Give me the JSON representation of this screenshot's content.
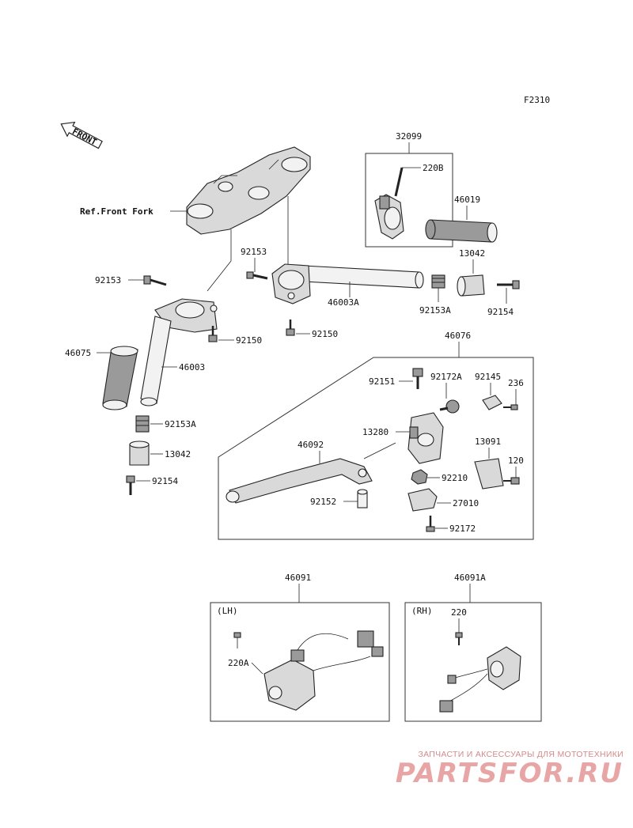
{
  "figure_code": "F2310",
  "front_arrow": "FRONT",
  "ref_label": "Ref.Front Fork",
  "parts": {
    "p32099": "32099",
    "p220B": "220B",
    "p46019": "46019",
    "p13042_top": "13042",
    "p92153_mid": "92153",
    "p92153_left": "92153",
    "p46003A": "46003A",
    "p92153A_right": "92153A",
    "p92154_right": "92154",
    "p92150_left": "92150",
    "p92150_mid": "92150",
    "p46075": "46075",
    "p46003": "46003",
    "p92153A_left": "92153A",
    "p13042_left": "13042",
    "p92154_left": "92154",
    "p46076": "46076",
    "p92151": "92151",
    "p92172A": "92172A",
    "p92145": "92145",
    "p236": "236",
    "p13280": "13280",
    "p46092": "46092",
    "p13091": "13091",
    "p120": "120",
    "p92210": "92210",
    "p92152": "92152",
    "p27010": "27010",
    "p92172": "92172",
    "p46091": "46091",
    "p46091A": "46091A",
    "p220_rh": "220",
    "p220A": "220A"
  },
  "switch_boxes": {
    "lh_tag": "(LH)",
    "rh_tag": "(RH)"
  },
  "watermark": {
    "tagline": "ЗАПЧАСТИ И АКСЕССУАРЫ ДЛЯ МОТОТЕХНИКИ",
    "brand": "PARTSFOR.RU"
  }
}
